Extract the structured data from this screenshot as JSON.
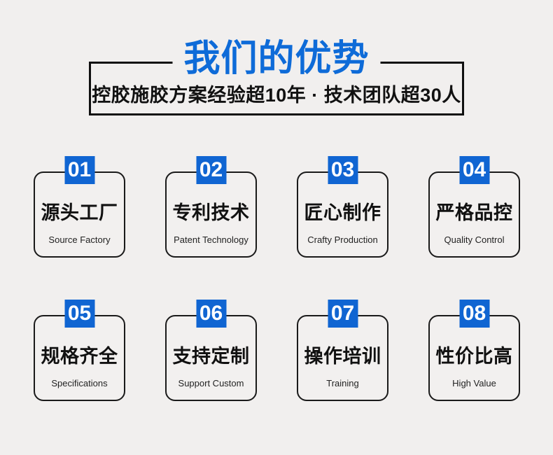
{
  "page": {
    "background_color": "#f1efee"
  },
  "colors": {
    "title_blue": "#0e6bd8",
    "badge_blue": "#1065d2",
    "border_black": "#101010",
    "text_black": "#111111"
  },
  "header": {
    "title": "我们的优势",
    "subtitle": "控胶施胶方案经验超10年 · 技术团队超30人"
  },
  "advantages": [
    {
      "number": "01",
      "title": "源头工厂",
      "subtitle": "Source Factory"
    },
    {
      "number": "02",
      "title": "专利技术",
      "subtitle": "Patent Technology"
    },
    {
      "number": "03",
      "title": "匠心制作",
      "subtitle": "Crafty Production"
    },
    {
      "number": "04",
      "title": "严格品控",
      "subtitle": "Quality Control"
    },
    {
      "number": "05",
      "title": "规格齐全",
      "subtitle": "Specifications"
    },
    {
      "number": "06",
      "title": "支持定制",
      "subtitle": "Support Custom"
    },
    {
      "number": "07",
      "title": "操作培训",
      "subtitle": "Training"
    },
    {
      "number": "08",
      "title": "性价比高",
      "subtitle": "High Value"
    }
  ]
}
